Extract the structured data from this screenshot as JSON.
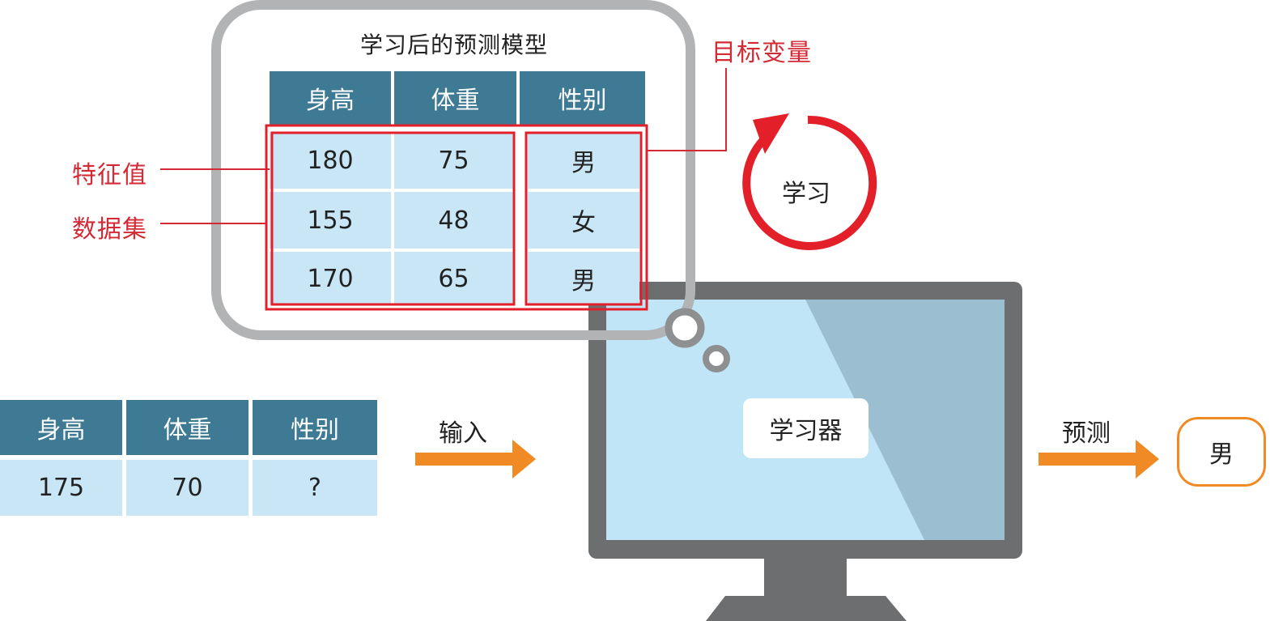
{
  "model": {
    "title": "学习后的预测模型",
    "headers": [
      "身高",
      "体重",
      "性别"
    ],
    "rows": [
      [
        "180",
        "75",
        "男"
      ],
      [
        "155",
        "48",
        "女"
      ],
      [
        "170",
        "65",
        "男"
      ]
    ]
  },
  "labels": {
    "target_variable": "目标变量",
    "feature_values": "特征值",
    "dataset": "数据集",
    "learn": "学习",
    "learner": "学习器",
    "input": "输入",
    "predict": "预测"
  },
  "input_table": {
    "headers": [
      "身高",
      "体重",
      "性别"
    ],
    "row": [
      "175",
      "70",
      "?"
    ]
  },
  "result": "男",
  "colors": {
    "header_teal": "#3e7a93",
    "cell_light_blue": "#c8e6f6",
    "annotation_red": "#d42a35",
    "arrow_orange": "#f08a24",
    "monitor_gray": "#6d6e70",
    "frame_gray": "#b2b3b5"
  }
}
